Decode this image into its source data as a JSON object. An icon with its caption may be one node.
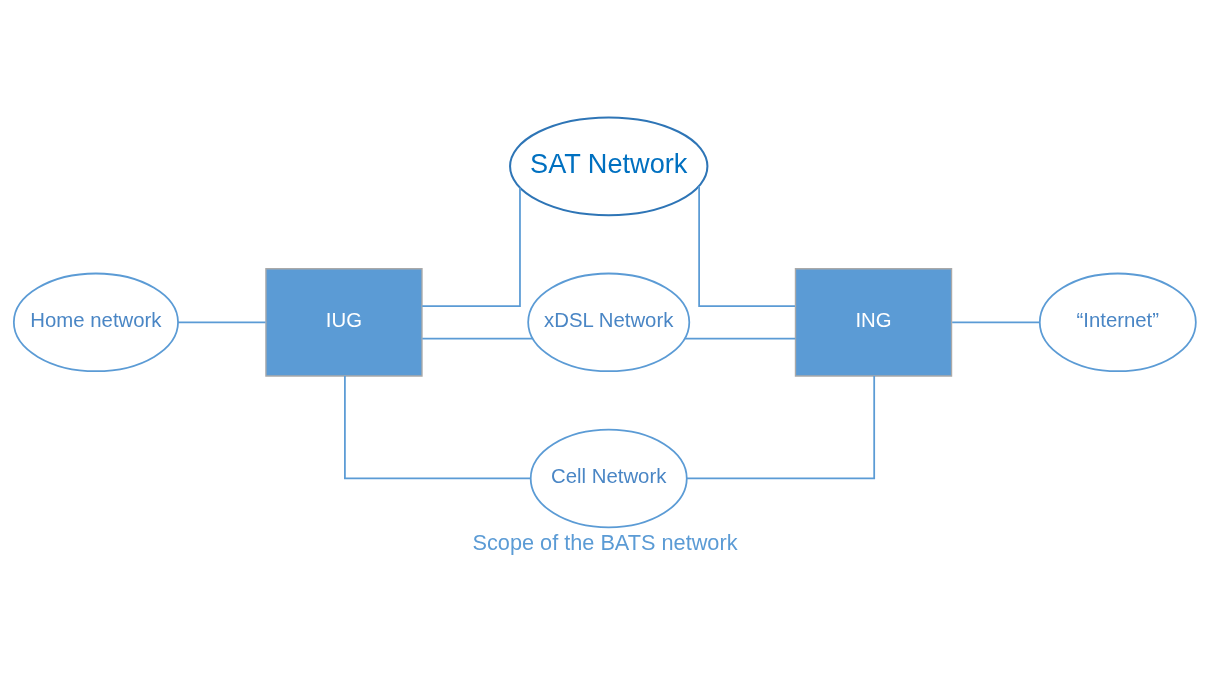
{
  "diagram": {
    "caption": "Scope of the BATS network",
    "nodes": [
      {
        "text": [
          "Home network"
        ]
      },
      {
        "text": [
          "IUG"
        ]
      },
      {
        "text": [
          "SAT Network"
        ]
      },
      {
        "text": [
          "xDSL Network"
        ]
      },
      {
        "text": [
          "Cell Network"
        ]
      },
      {
        "text": [
          "ING"
        ]
      },
      {
        "text": [
          "“Internet”"
        ]
      }
    ],
    "edges": [
      {
        "from": 0,
        "to": 1,
        "arrow": "none"
      },
      {
        "from": 1,
        "to": 2,
        "arrow": "none"
      },
      {
        "from": 2,
        "to": 5,
        "arrow": "none"
      },
      {
        "from": 1,
        "to": 3,
        "arrow": "none"
      },
      {
        "from": 3,
        "to": 5,
        "arrow": "none"
      },
      {
        "from": 1,
        "to": 4,
        "arrow": "none"
      },
      {
        "from": 4,
        "to": 5,
        "arrow": "none"
      },
      {
        "from": 5,
        "to": 6,
        "arrow": "none"
      }
    ]
  }
}
